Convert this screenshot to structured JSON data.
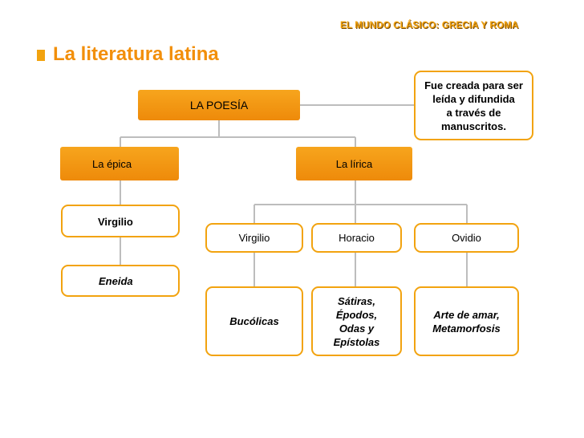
{
  "header": "EL MUNDO CLÁSICO: GRECIA Y ROMA",
  "title": "La literatura latina",
  "colors": {
    "accent": "#f2a30f",
    "title": "#f28f0a"
  },
  "diagram": {
    "root": "LA POESÍA",
    "note": [
      "Fue creada para ser",
      "leída y difundida",
      "a través de",
      "manuscritos."
    ],
    "epica": "La épica",
    "lirica": "La lírica",
    "epica_author": "Virgilio",
    "epica_work": "Eneida",
    "lirica_authors": [
      "Virgilio",
      "Horacio",
      "Ovidio"
    ],
    "lirica_works": [
      [
        "Bucólicas"
      ],
      [
        "Sátiras,",
        "Épodos,",
        "Odas y",
        "Epístolas"
      ],
      [
        "Arte de amar,",
        "Metamorfosis"
      ]
    ]
  }
}
